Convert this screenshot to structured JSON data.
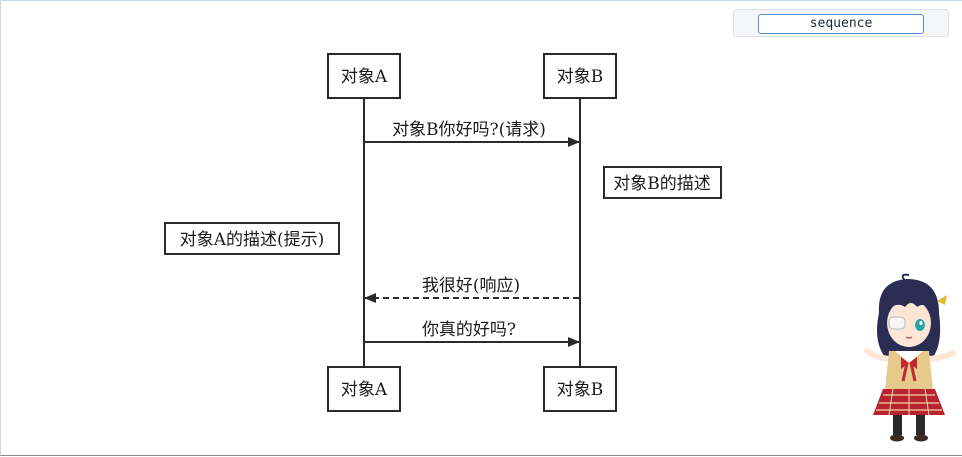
{
  "toolbar": {
    "selected_type": "sequence"
  },
  "diagram": {
    "participants": [
      {
        "name": "对象A"
      },
      {
        "name": "对象B"
      }
    ],
    "messages": [
      {
        "text": "对象B你好吗?(请求)",
        "style": "solid",
        "direction": "A-to-B"
      },
      {
        "text": "我很好(响应)",
        "style": "dashed",
        "direction": "B-to-A"
      },
      {
        "text": "你真的好吗?",
        "style": "solid",
        "direction": "A-to-B"
      }
    ],
    "notes": [
      {
        "text": "对象B的描述",
        "attached_to": "对象B",
        "side": "right"
      },
      {
        "text": "对象A的描述(提示)",
        "attached_to": "对象A",
        "side": "left"
      }
    ]
  },
  "colors": {
    "line": "#2a2a2a",
    "select_border": "#4f8fd3",
    "frame_border": "#c9d6ea"
  },
  "mascot": {
    "icon": "anime-girl-mascot-icon"
  }
}
